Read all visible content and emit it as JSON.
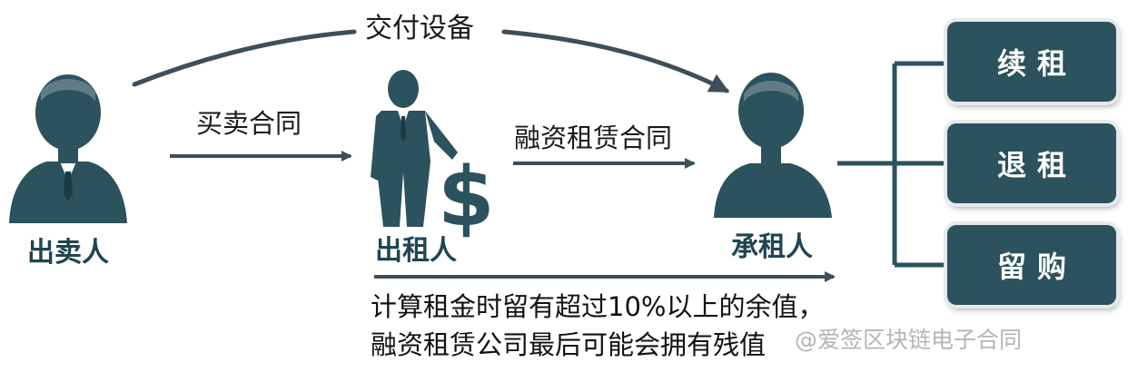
{
  "actors": {
    "seller": "出卖人",
    "lessor": "出租人",
    "lessee": "承租人"
  },
  "edges": {
    "deliver_equipment": "交付设备",
    "sale_contract": "买卖合同",
    "lease_contract": "融资租赁合同"
  },
  "options": [
    "续租",
    "退租",
    "留购"
  ],
  "note": {
    "line1": "计算租金时留有超过10%以上的余值，",
    "line2": "融资租赁公司最后可能会拥有残值"
  },
  "watermark": "@爱签区块链电子合同",
  "colors": {
    "figure": "#2b525d",
    "option_box": "#2b525d",
    "label": "#1f4552",
    "arrow": "#3d4f57"
  }
}
